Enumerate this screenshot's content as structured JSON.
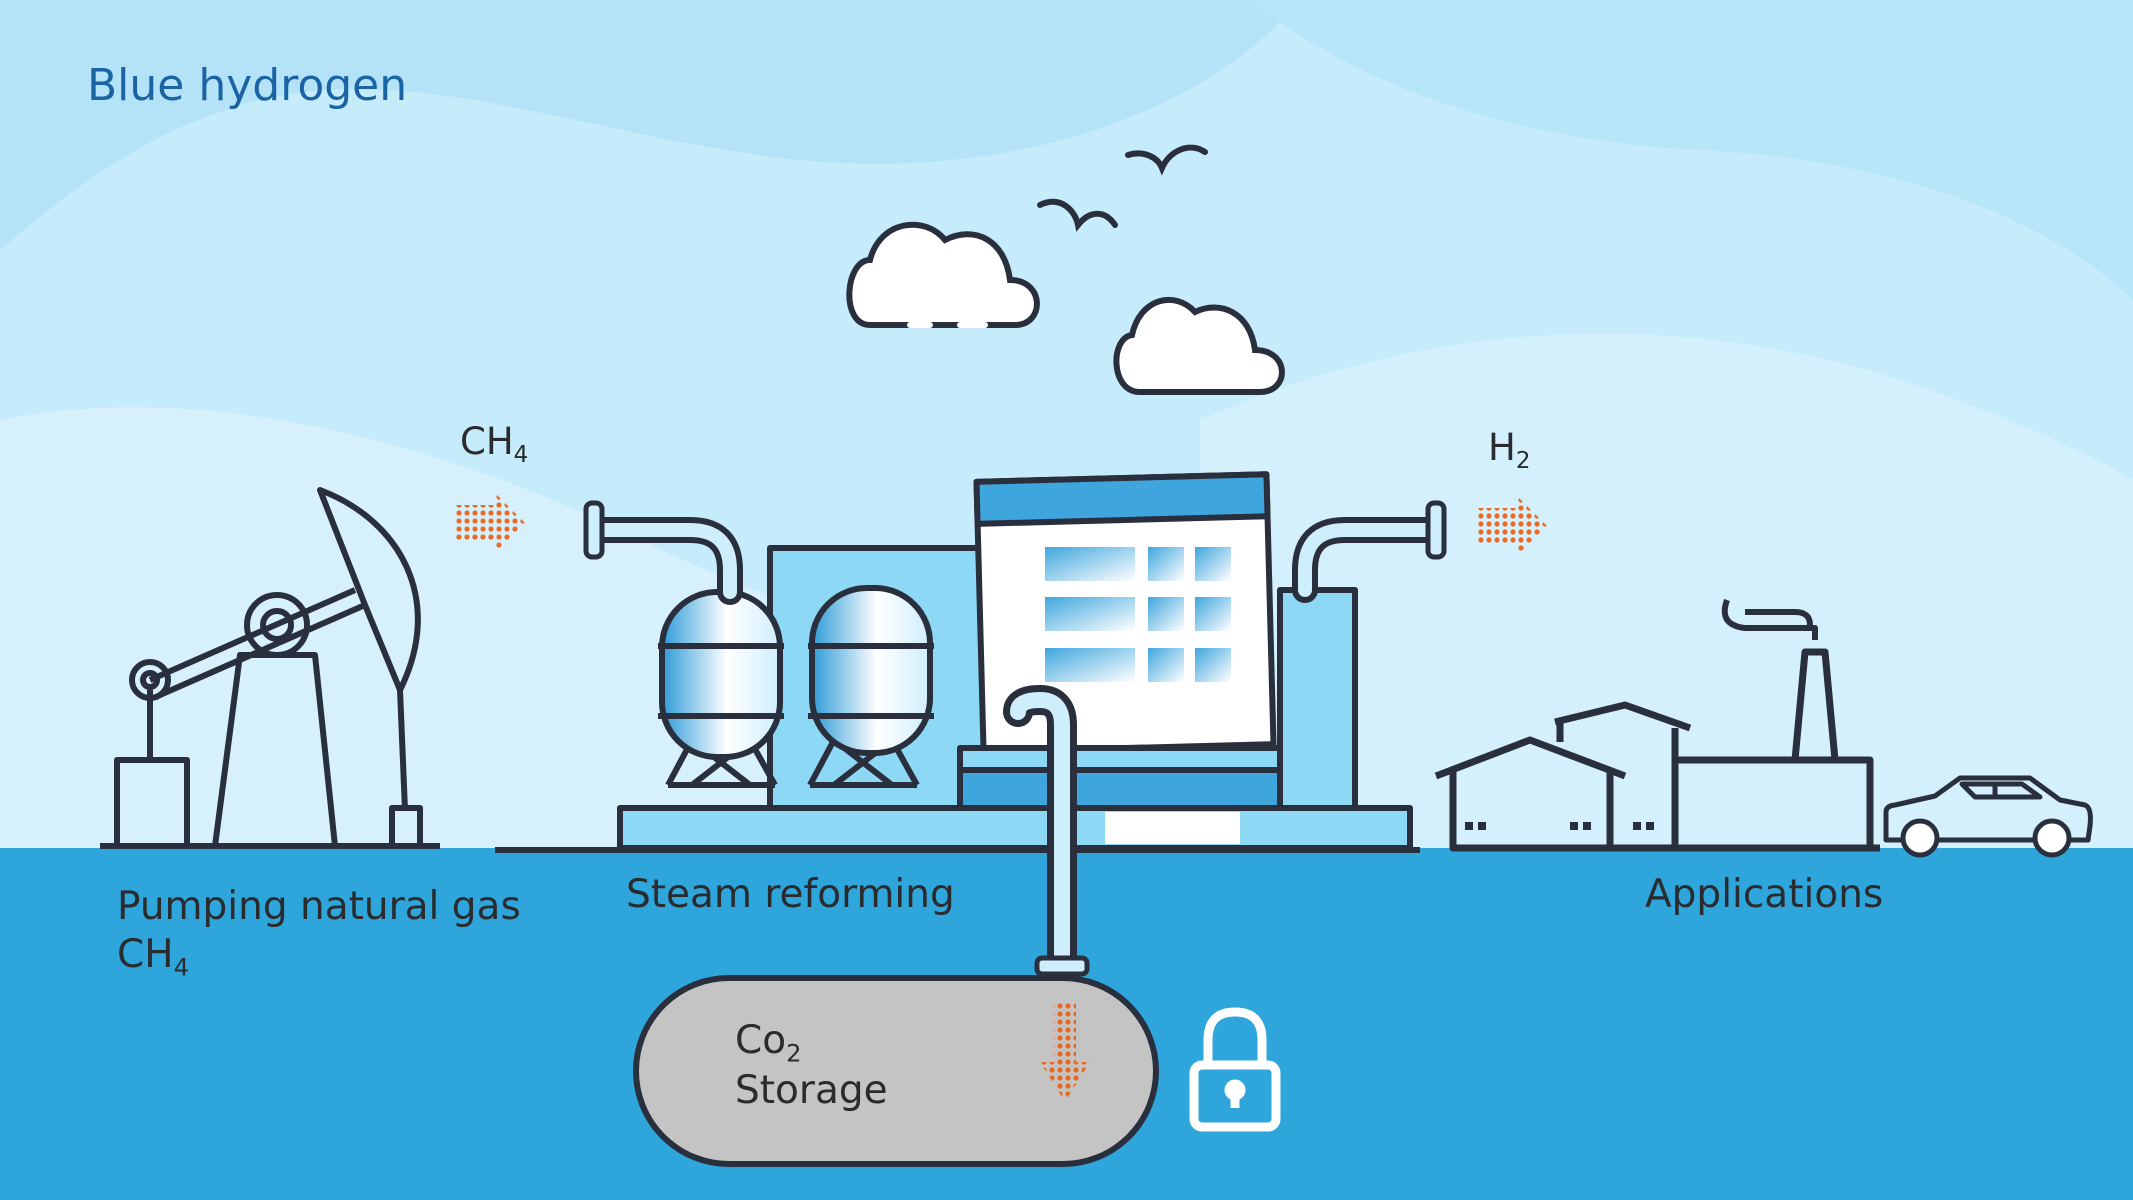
{
  "title": "Blue hydrogen",
  "labels": {
    "pumping": "Pumping natural gas",
    "pumping_formula": "CH",
    "pumping_formula_sub": "4",
    "steam_reforming": "Steam reforming",
    "applications": "Applications",
    "storage_line1": "Co",
    "storage_line1_sub": "2",
    "storage_line2": "Storage"
  },
  "flows": {
    "input": {
      "formula": "CH",
      "sub": "4"
    },
    "output": {
      "formula": "H",
      "sub": "2"
    }
  },
  "icons": [
    "pumpjack-icon",
    "steam-reformer-plant-icon",
    "gas-tank-icon",
    "cloud-icon",
    "bird-icon",
    "house-icon",
    "factory-icon",
    "car-icon",
    "lock-icon",
    "arrow-right-icon",
    "arrow-down-icon",
    "pipe-icon",
    "storage-tank-icon"
  ],
  "colors": {
    "sky": "#c6ebfa",
    "ground": "#2ea6dc",
    "title": "#1a64a6",
    "outline": "#2a2f3e",
    "arrow": "#e86a24",
    "storage": "#c4c4c4",
    "plant_light": "#8dd8f4",
    "plant_mid": "#3fa6dd"
  }
}
